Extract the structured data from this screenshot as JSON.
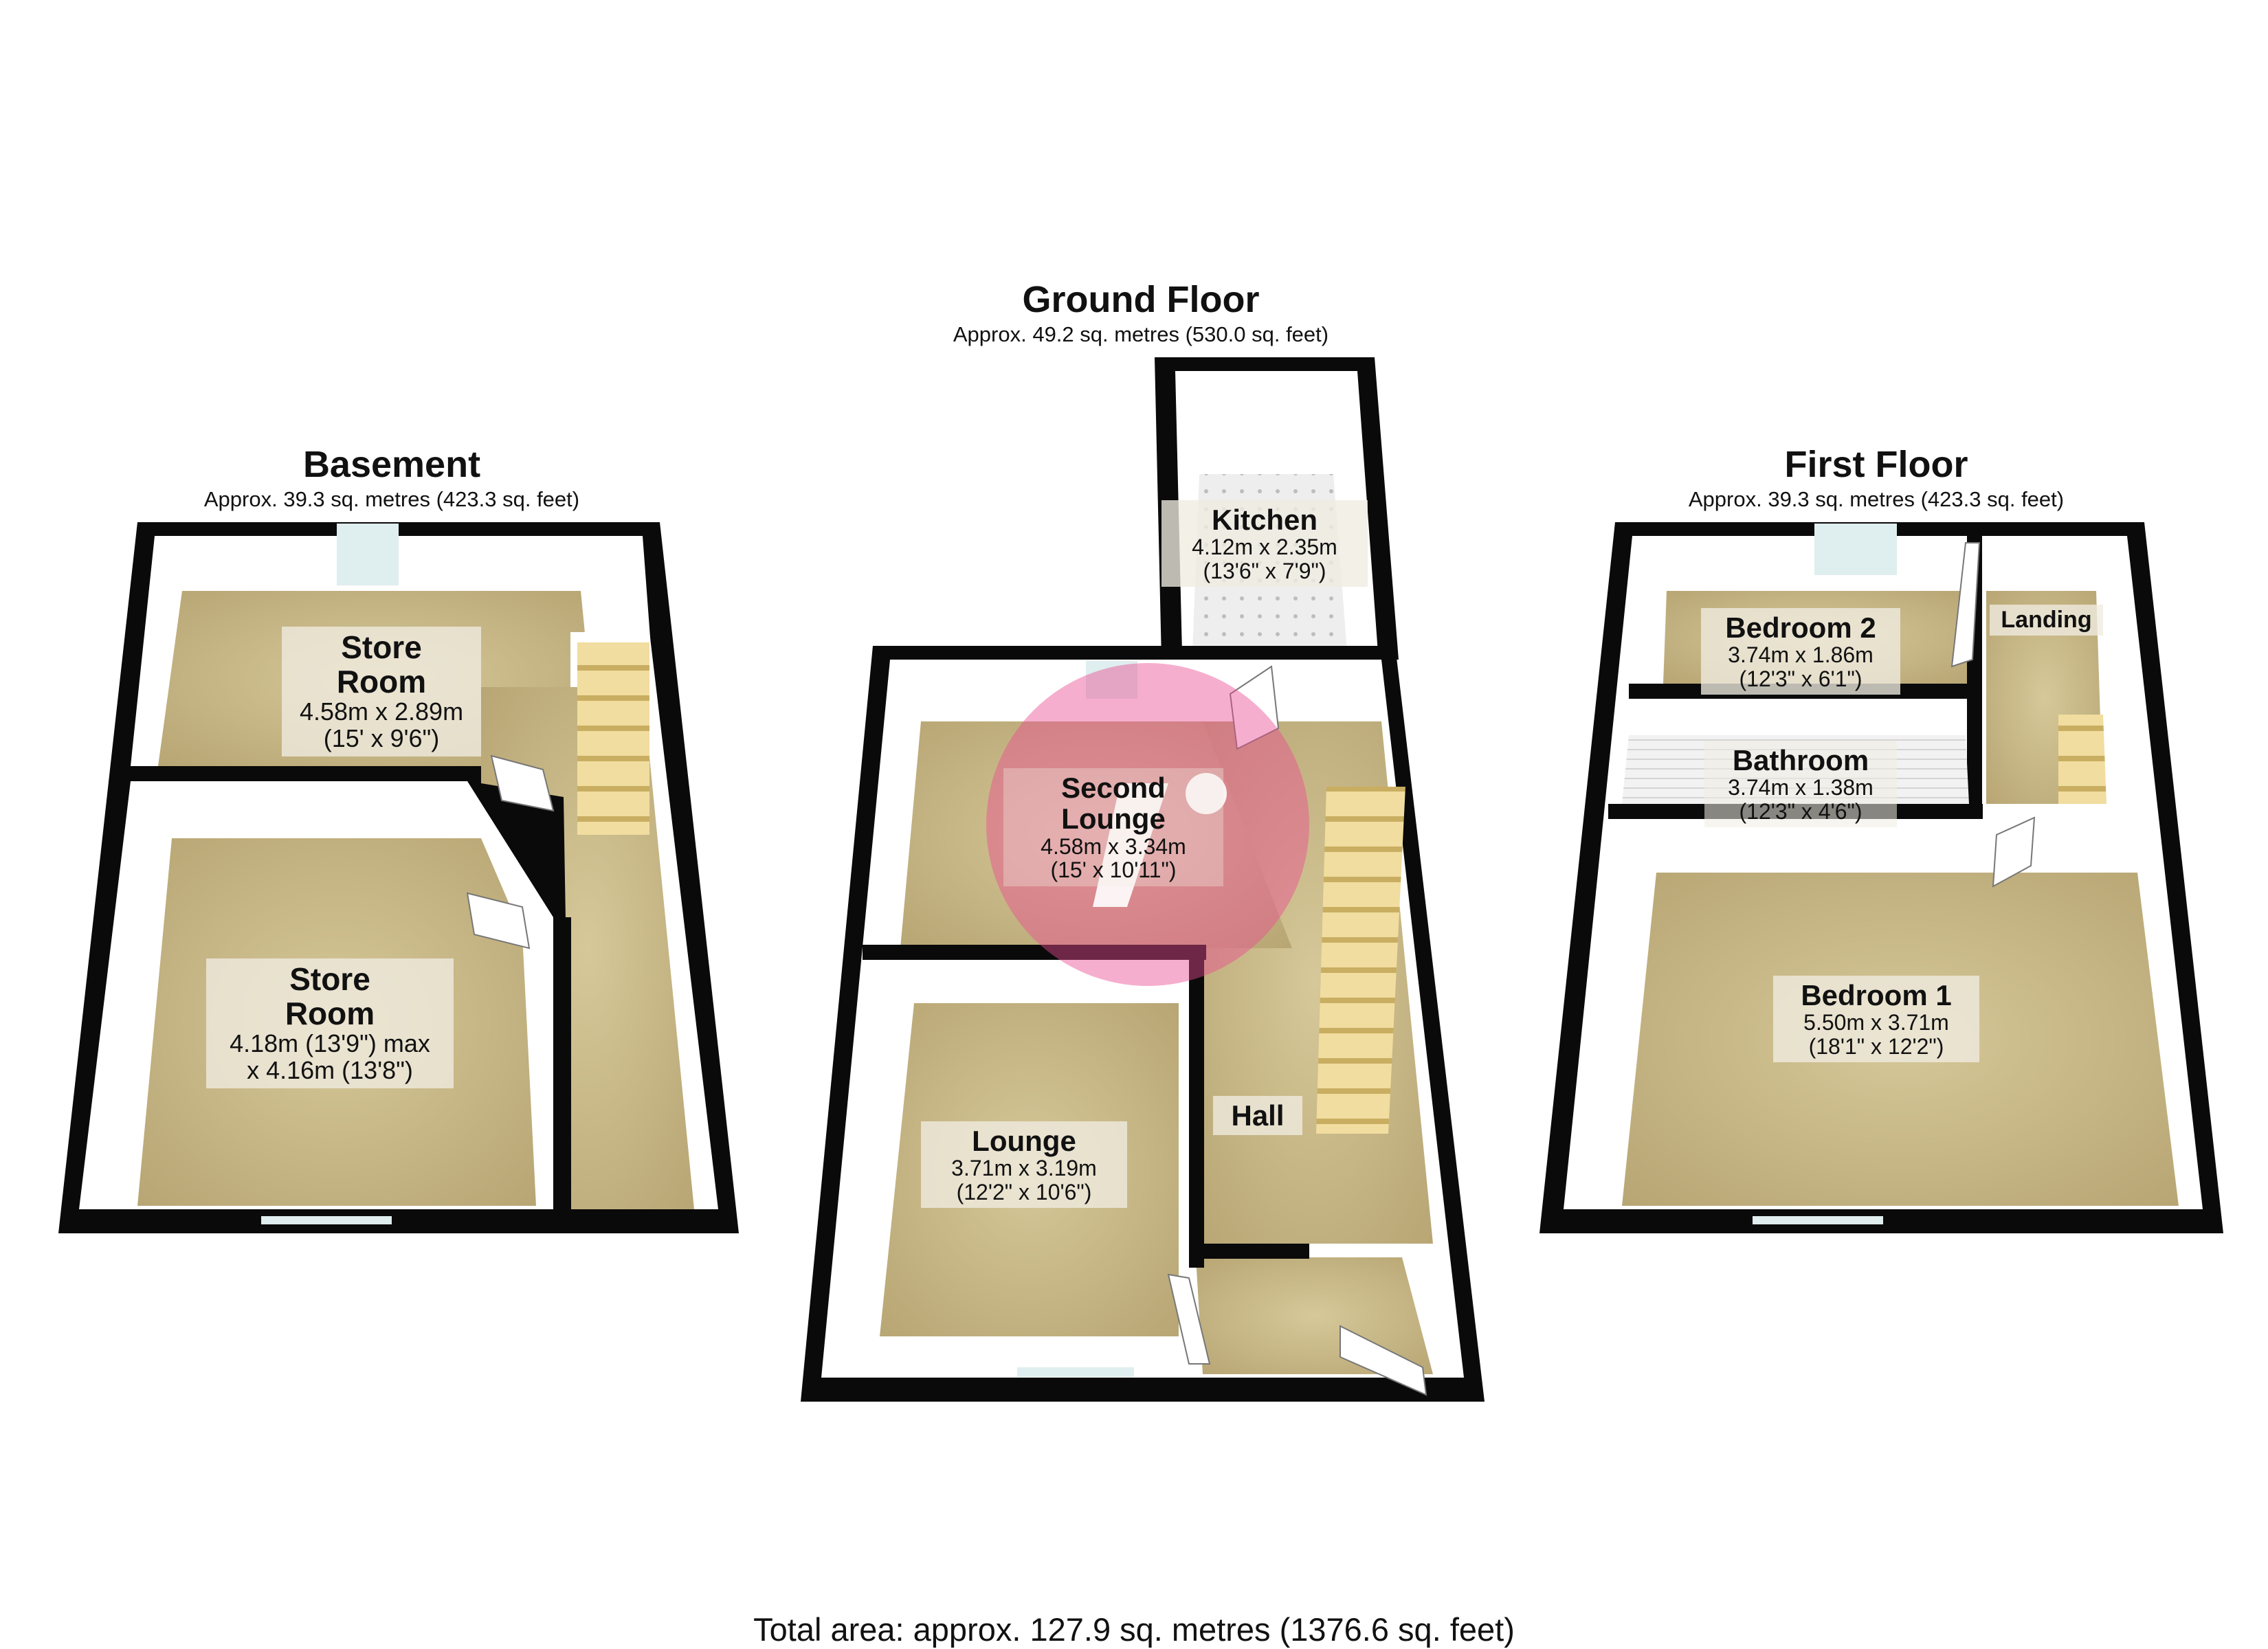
{
  "floors": {
    "basement": {
      "title": "Basement",
      "area": "Approx. 39.3 sq. metres (423.3 sq. feet)"
    },
    "ground": {
      "title": "Ground Floor",
      "area": "Approx. 49.2 sq. metres (530.0 sq. feet)"
    },
    "first": {
      "title": "First Floor",
      "area": "Approx. 39.3 sq. metres (423.3 sq. feet)"
    }
  },
  "rooms": {
    "store_room_upper": {
      "name_line1": "Store",
      "name_line2": "Room",
      "dim1": "4.58m x 2.89m",
      "dim2": "(15' x 9'6\")"
    },
    "store_room_lower": {
      "name_line1": "Store",
      "name_line2": "Room",
      "dim1": "4.18m (13'9\") max",
      "dim2": "x 4.16m (13'8\")"
    },
    "kitchen": {
      "name": "Kitchen",
      "dim1": "4.12m x 2.35m",
      "dim2": "(13'6\" x 7'9\")"
    },
    "second_lounge": {
      "name_line1": "Second",
      "name_line2": "Lounge",
      "dim1": "4.58m x 3.34m",
      "dim2": "(15' x 10'11\")"
    },
    "lounge": {
      "name": "Lounge",
      "dim1": "3.71m x 3.19m",
      "dim2": "(12'2\" x 10'6\")"
    },
    "hall": {
      "name": "Hall"
    },
    "bedroom_2": {
      "name": "Bedroom 2",
      "dim1": "3.74m x 1.86m",
      "dim2": "(12'3\" x 6'1\")"
    },
    "landing": {
      "name": "Landing"
    },
    "bathroom": {
      "name": "Bathroom",
      "dim1": "3.74m x 1.38m",
      "dim2": "(12'3\" x 4'6\")"
    },
    "bedroom_1": {
      "name": "Bedroom 1",
      "dim1": "5.50m x 3.71m",
      "dim2": "(18'1\" x 12'2\")"
    }
  },
  "total_area": "Total area: approx. 127.9 sq. metres (1376.6 sq. feet)",
  "colors": {
    "wall": "#0a0a0a",
    "wall_face": "#ffffff",
    "carpet": "#c9b98a",
    "tile": "#e9e9e9",
    "stairs": "#efdca0",
    "watermark": "#ec4c93"
  }
}
